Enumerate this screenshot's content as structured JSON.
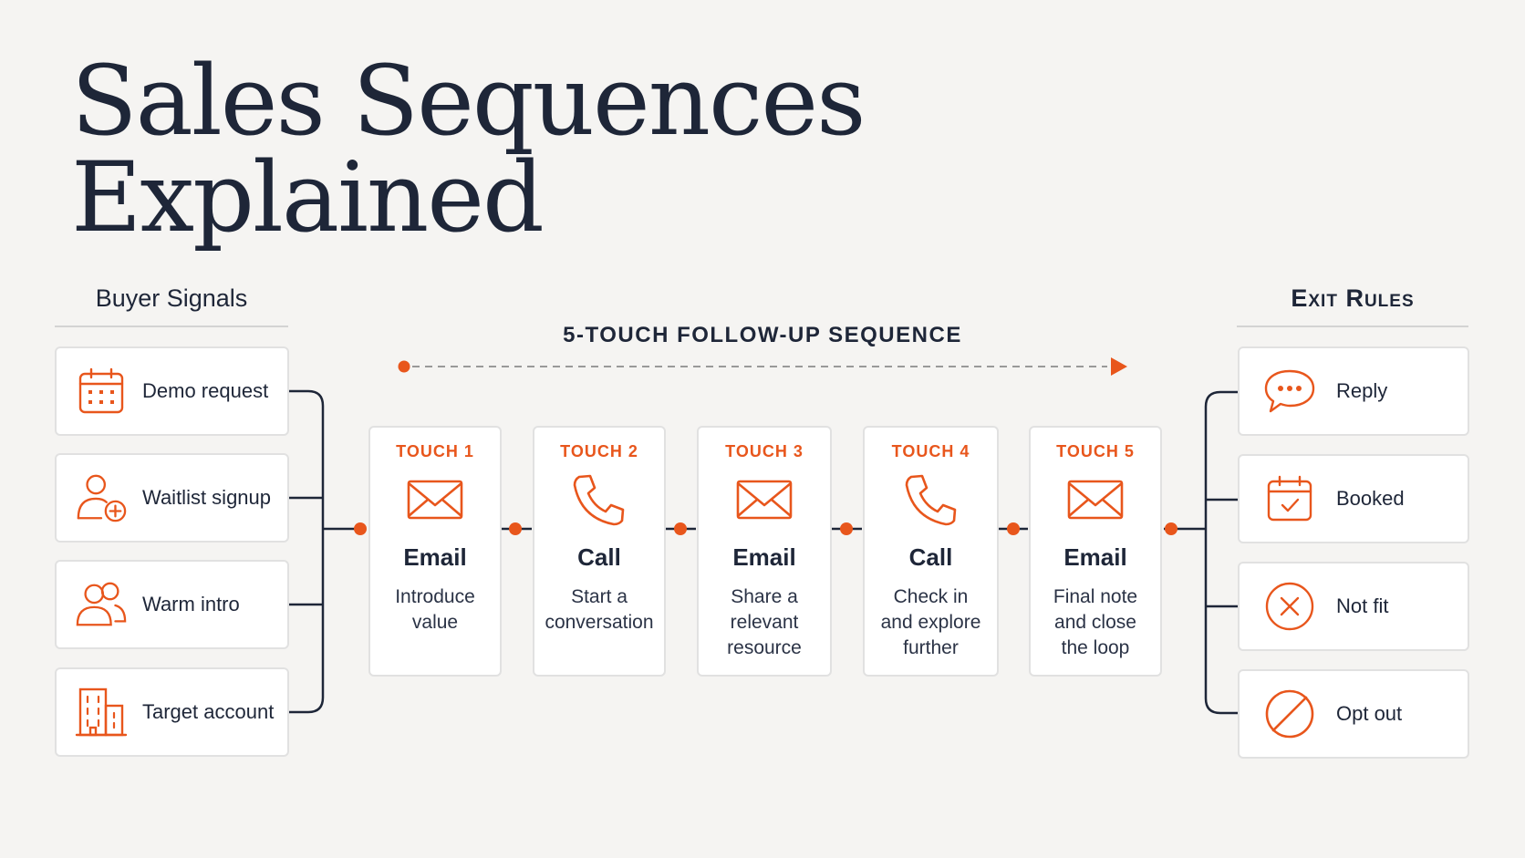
{
  "title_lines": [
    "Sales Sequences",
    "Explained"
  ],
  "buyer_signals": {
    "heading": "Buyer Signals",
    "items": [
      {
        "label": "Demo request",
        "icon": "calendar-icon"
      },
      {
        "label": "Waitlist signup",
        "icon": "user-plus-icon"
      },
      {
        "label": "Warm intro",
        "icon": "users-icon"
      },
      {
        "label": "Target account",
        "icon": "building-icon"
      }
    ]
  },
  "sequence": {
    "label": "5-TOUCH FOLLOW-UP SEQUENCE",
    "touches": [
      {
        "label": "TOUCH 1",
        "channel": "Email",
        "icon": "envelope-icon",
        "desc": "Introduce value"
      },
      {
        "label": "TOUCH 2",
        "channel": "Call",
        "icon": "phone-icon",
        "desc": "Start a conversation"
      },
      {
        "label": "TOUCH 3",
        "channel": "Email",
        "icon": "envelope-icon",
        "desc": "Share a relevant resource"
      },
      {
        "label": "TOUCH 4",
        "channel": "Call",
        "icon": "phone-icon",
        "desc": "Check in and explore further"
      },
      {
        "label": "TOUCH 5",
        "channel": "Email",
        "icon": "envelope-icon",
        "desc": "Final note and close the loop"
      }
    ]
  },
  "exit_rules": {
    "heading": "Exit Rules",
    "items": [
      {
        "label": "Reply",
        "icon": "chat-bubble-icon"
      },
      {
        "label": "Booked",
        "icon": "calendar-check-icon"
      },
      {
        "label": "Not fit",
        "icon": "x-circle-icon"
      },
      {
        "label": "Opt out",
        "icon": "prohibited-icon"
      }
    ]
  },
  "colors": {
    "accent": "#e8561c",
    "navy": "#1e2638",
    "background": "#f5f4f2",
    "card_border": "#e1e1e1"
  }
}
